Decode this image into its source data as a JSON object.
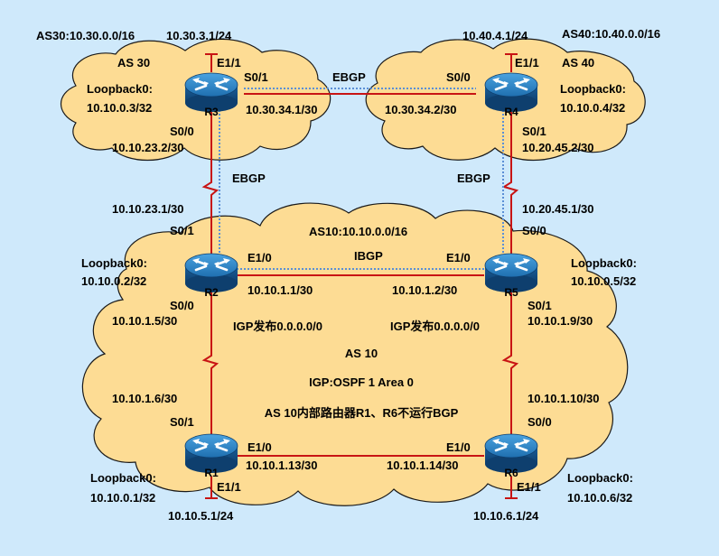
{
  "colors": {
    "background": "#cfe9fb",
    "cloud_fill": "#fddc94",
    "cloud_stroke": "#1a1a1a",
    "physical_link": "#c81414",
    "bgp_session": "#5b8fd6",
    "router_body": "#1f6fb0"
  },
  "clouds": {
    "as30": {
      "name": "AS 30",
      "prefix": "AS30:10.30.0.0/16"
    },
    "as40": {
      "name": "AS 40",
      "prefix": "AS40:10.40.0.0/16"
    },
    "as10": {
      "prefix": "AS10:10.10.0.0/16",
      "name": "AS 10",
      "igp": "IGP:OSPF 1 Area 0",
      "note": "AS 10内部路由器R1、R6不运行BGP",
      "igp_adv_left": "IGP发布0.0.0.0/0",
      "igp_adv_right": "IGP发布0.0.0.0/0"
    }
  },
  "routers": {
    "r1": {
      "name": "R1",
      "icon": "router-icon"
    },
    "r2": {
      "name": "R2",
      "icon": "router-icon"
    },
    "r3": {
      "name": "R3",
      "icon": "router-icon"
    },
    "r4": {
      "name": "R4",
      "icon": "router-icon"
    },
    "r5": {
      "name": "R5",
      "icon": "router-icon"
    },
    "r6": {
      "name": "R6",
      "icon": "router-icon"
    }
  },
  "sessions": {
    "r3_r4": "EBGP",
    "r3_r2": "EBGP",
    "r4_r5": "EBGP",
    "r2_r5": "IBGP"
  },
  "labels": {
    "r3_e11_if": "E1/1",
    "r3_e11_ip": "10.30.3.1/24",
    "r3_loop_name": "Loopback0:",
    "r3_loop_ip": "10.10.0.3/32",
    "r3_s01_if": "S0/1",
    "r3_s01_ip": "10.30.34.1/30",
    "r3_s00_if": "S0/0",
    "r3_s00_ip": "10.10.23.2/30",
    "r4_e11_if": "E1/1",
    "r4_e11_ip": "10.40.4.1/24",
    "r4_loop_name": "Loopback0:",
    "r4_loop_ip": "10.10.0.4/32",
    "r4_s00_if": "S0/0",
    "r4_s00_ip": "10.30.34.2/30",
    "r4_s01_if": "S0/1",
    "r4_s01_ip": "10.20.45.2/30",
    "r2_s01_ip": "10.10.23.1/30",
    "r2_s01_if": "S0/1",
    "r2_loop_name": "Loopback0:",
    "r2_loop_ip": "10.10.0.2/32",
    "r2_e10_if": "E1/0",
    "r2_e10_ip": "10.10.1.1/30",
    "r2_s00_if": "S0/0",
    "r2_s00_ip": "10.10.1.5/30",
    "r5_s00_ip": "10.20.45.1/30",
    "r5_s00_if": "S0/0",
    "r5_loop_name": "Loopback0:",
    "r5_loop_ip": "10.10.0.5/32",
    "r5_e10_if": "E1/0",
    "r5_e10_ip": "10.10.1.2/30",
    "r5_s01_if": "S0/1",
    "r5_s01_ip": "10.10.1.9/30",
    "r1_s01_ip": "10.10.1.6/30",
    "r1_s01_if": "S0/1",
    "r1_e10_if": "E1/0",
    "r1_e10_ip": "10.10.1.13/30",
    "r1_loop_name": "Loopback0:",
    "r1_loop_ip": "10.10.0.1/32",
    "r1_e11_if": "E1/1",
    "r1_e11_ip": "10.10.5.1/24",
    "r6_s00_ip": "10.10.1.10/30",
    "r6_s00_if": "S0/0",
    "r6_e10_if": "E1/0",
    "r6_e10_ip": "10.10.1.14/30",
    "r6_loop_name": "Loopback0:",
    "r6_loop_ip": "10.10.0.6/32",
    "r6_e11_if": "E1/1",
    "r6_e11_ip": "10.10.6.1/24"
  }
}
